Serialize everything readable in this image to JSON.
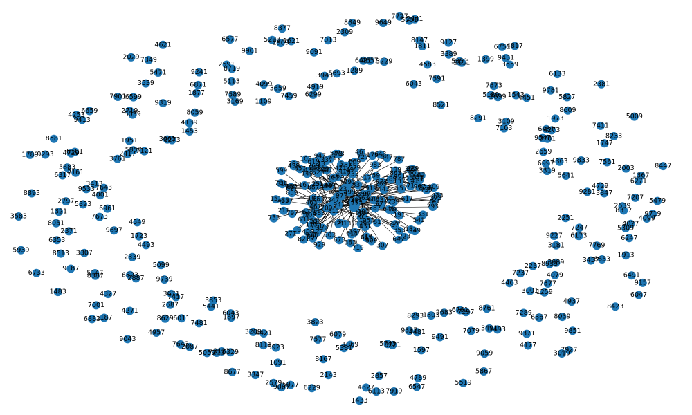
{
  "graph": {
    "node_color": "#1f77b4",
    "edge_color": "#000000",
    "center_node_labels": [
      "2",
      "3",
      "5",
      "7",
      "11",
      "13",
      "17",
      "19",
      "23",
      "29",
      "31",
      "37",
      "41",
      "43",
      "47",
      "53",
      "59",
      "61",
      "67",
      "71",
      "73",
      "79",
      "83",
      "89",
      "97",
      "101",
      "103",
      "107",
      "109",
      "113",
      "127",
      "131",
      "137",
      "139",
      "149",
      "151",
      "157",
      "163",
      "167",
      "173",
      "179",
      "181",
      "191",
      "193",
      "197",
      "199",
      "211",
      "223",
      "227",
      "229",
      "233",
      "239",
      "241",
      "251",
      "257",
      "263",
      "269",
      "271",
      "277",
      "281",
      "283",
      "293",
      "307",
      "311",
      "313",
      "317",
      "331",
      "337",
      "347",
      "349",
      "353",
      "359",
      "367",
      "373",
      "379",
      "383",
      "389",
      "397",
      "401",
      "409",
      "419",
      "421",
      "431",
      "433",
      "439",
      "443",
      "449",
      "457",
      "461",
      "463",
      "467",
      "479",
      "487",
      "491",
      "499",
      "503",
      "509",
      "521",
      "523",
      "541",
      "547",
      "557",
      "563",
      "569",
      "571",
      "577",
      "587",
      "593",
      "599",
      "601",
      "607",
      "613",
      "617",
      "619",
      "631",
      "641",
      "643",
      "647",
      "653",
      "659",
      "661",
      "673",
      "677",
      "683",
      "691",
      "701",
      "709",
      "719",
      "727",
      "733",
      "739",
      "743",
      "751",
      "757",
      "761",
      "769",
      "773",
      "787",
      "797",
      "809",
      "811",
      "821",
      "823",
      "827",
      "829",
      "839",
      "853",
      "857",
      "859",
      "863",
      "877",
      "881",
      "883",
      "887",
      "907",
      "911",
      "919",
      "929",
      "937",
      "941",
      "947",
      "953",
      "967",
      "971",
      "977",
      "983",
      "991",
      "997"
    ],
    "isolated_node_labels": [
      "8317",
      "9719",
      "4099",
      "2251",
      "4027",
      "5309",
      "7247",
      "6247",
      "6173",
      "9227",
      "7769",
      "1913",
      "3181",
      "6653",
      "3457",
      "6491",
      "9157",
      "3989",
      "8933",
      "6047",
      "2237",
      "4079",
      "8423",
      "7877",
      "7237",
      "4937",
      "1259",
      "3001",
      "4463",
      "8039",
      "9851",
      "6367",
      "7289",
      "7927",
      "3019",
      "9371",
      "8761",
      "4177",
      "1493",
      "3491",
      "7297",
      "6761",
      "7079",
      "9059",
      "2683",
      "5867",
      "1303",
      "9491",
      "5519",
      "8293",
      "4481",
      "1597",
      "9337",
      "4789",
      "6547",
      "8221",
      "5743",
      "7919",
      "2857",
      "6113",
      "4327",
      "1433",
      "1069",
      "5381",
      "6079",
      "2143",
      "8167",
      "6229",
      "7577",
      "3823",
      "5077",
      "9007",
      "2579",
      "1091",
      "5923",
      "3347",
      "8111",
      "4421",
      "8677",
      "3209",
      "6329",
      "3121",
      "7211",
      "5059",
      "1697",
      "6043",
      "2087",
      "7643",
      "7481",
      "5441",
      "3853",
      "6011",
      "4957",
      "8629",
      "9043",
      "2687",
      "7417",
      "3671",
      "4271",
      "1187",
      "6883",
      "9739",
      "7001",
      "4327",
      "2887",
      "5099",
      "6823",
      "1483",
      "8387",
      "5147",
      "2339",
      "9187",
      "6733",
      "4493",
      "3307",
      "8513",
      "1723",
      "5939",
      "6353",
      "9697",
      "2371",
      "4549",
      "8051",
      "7673",
      "3583",
      "1321",
      "6961",
      "5323",
      "2797",
      "8893",
      "4001",
      "9533",
      "7643",
      "3413",
      "6317",
      "2161",
      "5683",
      "1789",
      "9293",
      "4729",
      "6101",
      "3761",
      "8581",
      "2417",
      "5857",
      "7121",
      "1951",
      "9413",
      "4253",
      "6659",
      "3061",
      "8273",
      "5039",
      "2719",
      "7901",
      "1453",
      "6599",
      "4139",
      "9319",
      "3539",
      "8059",
      "2029",
      "5471",
      "7349",
      "1877",
      "6871",
      "4621",
      "9241",
      "3169",
      "7589",
      "5113",
      "2591",
      "8719",
      "1109",
      "6577",
      "4099",
      "9901",
      "3659",
      "7459",
      "5233",
      "2969",
      "8377",
      "1621",
      "6299",
      "4919",
      "9091",
      "3943",
      "7013",
      "5693",
      "2309",
      "8849",
      "1289",
      "6421",
      "4657",
      "9649",
      "3229",
      "7727",
      "5501",
      "2441",
      "8147",
      "1811",
      "6043",
      "4583",
      "9127",
      "3389",
      "7591",
      "5351",
      "2111",
      "8521",
      "1399",
      "6751",
      "4817",
      "9431",
      "3559",
      "7873",
      "5189",
      "2699",
      "8291",
      "1543",
      "6133",
      "4451",
      "9781",
      "3109",
      "7103",
      "5827",
      "2381",
      "8609",
      "1973",
      "6481",
      "4273",
      "9547",
      "3701",
      "7411",
      "5009",
      "2659",
      "8233",
      "1747",
      "6997",
      "4363",
      "9833",
      "3319",
      "7561",
      "5641",
      "2003",
      "8447",
      "1367",
      "6271",
      "4729",
      "9281",
      "3847",
      "7207",
      "5479",
      "2539"
    ]
  }
}
